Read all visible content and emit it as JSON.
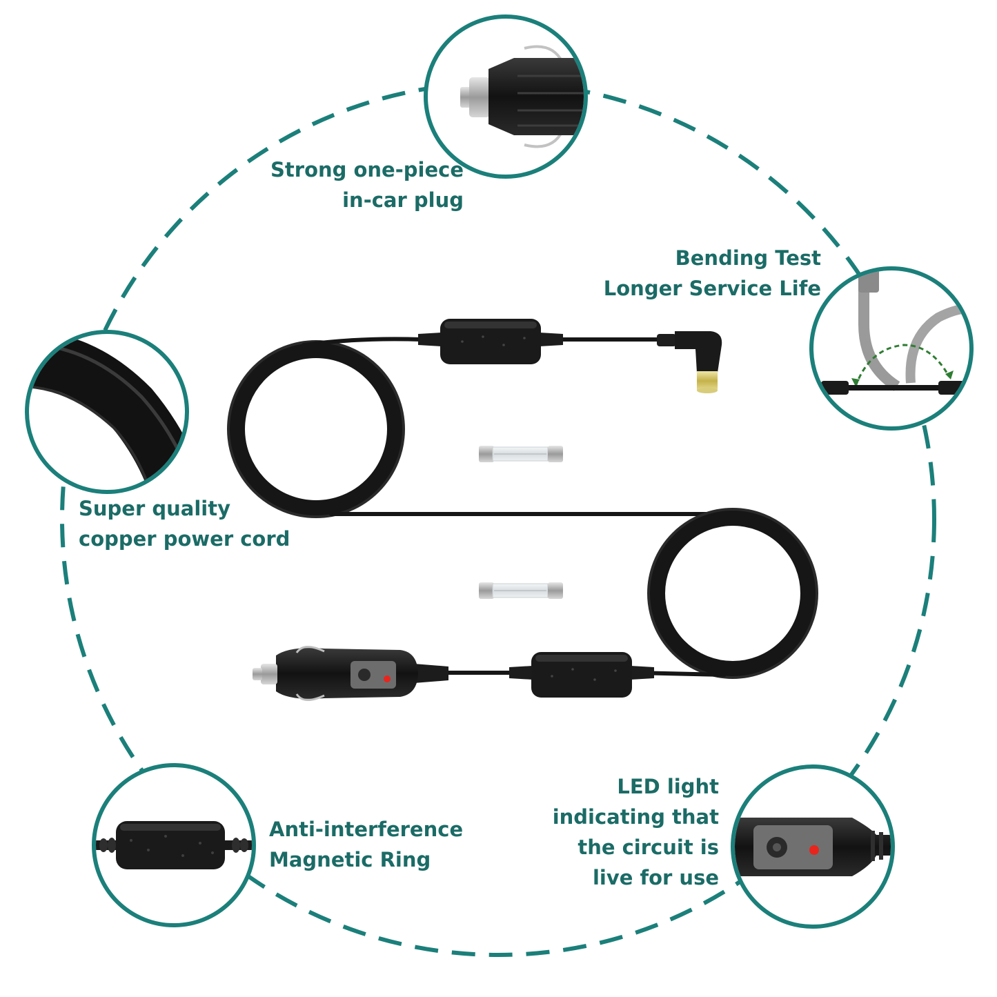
{
  "colors": {
    "accent": "#1b7f7a",
    "label": "#1b6b66",
    "cable": "#161616",
    "led": "#e8251d",
    "fuse_cap": "#c9c9c9",
    "arrow": "#2e7d32"
  },
  "features": {
    "plug": {
      "line1": "Strong one-piece",
      "line2": "in-car plug",
      "icon": "car-plug-closeup"
    },
    "bending": {
      "line1": "Bending Test",
      "line2": "Longer Service Life",
      "icon": "cable-bend-closeup"
    },
    "cord": {
      "line1": "Super quality",
      "line2": "copper power cord",
      "icon": "cord-closeup"
    },
    "ring": {
      "line1": "Anti-interference",
      "line2": "Magnetic Ring",
      "icon": "ferrite-ring-closeup"
    },
    "led": {
      "line1": "LED light",
      "line2": "indicating that",
      "line3": "the circuit is",
      "line4": "live for use",
      "icon": "led-closeup"
    }
  }
}
